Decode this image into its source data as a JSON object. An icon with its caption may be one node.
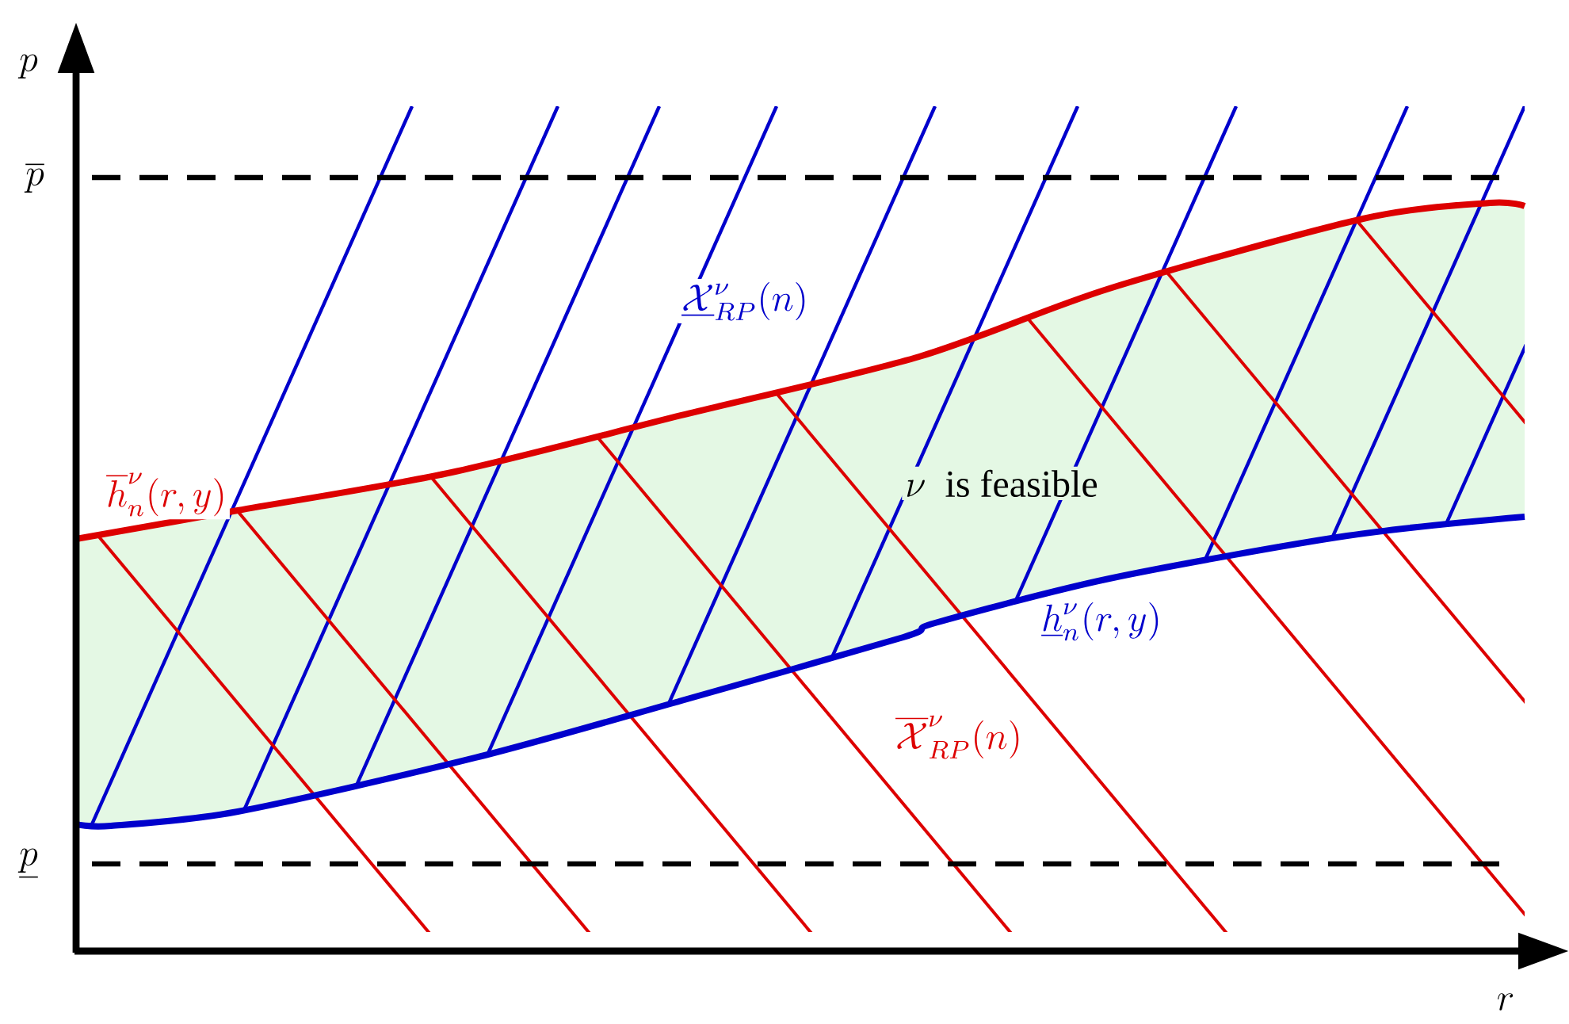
{
  "diagram": {
    "labels": [
      "p",
      "\\overline{p}",
      "\\underline{\\mathcal{X}}^{\\nu}_{RP}(n)",
      "\\overline{h}^{\\nu}_{n}(r,y)",
      "\\nu\\ \\ \\mbox{is feasible}",
      "\\underline{h}^{\\nu}_{n}(r,y)",
      "\\overline{\\mathcal{X}}^{\\nu}_{RP}(n)",
      "\\underline{p}",
      "r"
    ]
  }
}
